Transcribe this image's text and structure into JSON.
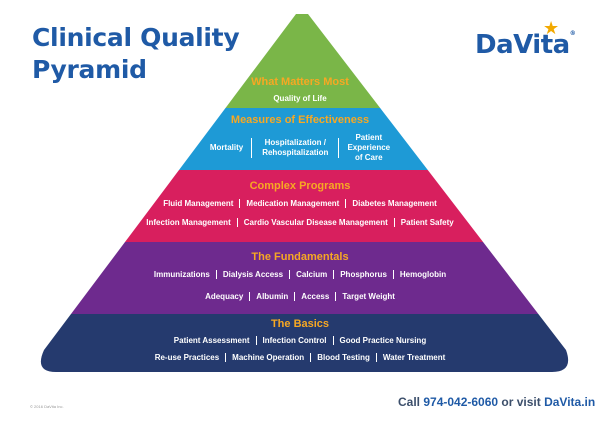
{
  "title_line1": "Clinical Quality",
  "title_line2": "Pyramid",
  "logo": {
    "text": "DaVita",
    "mark": "®",
    "icon": "star-icon"
  },
  "colors": {
    "title": "#1f5aa6",
    "tier_title": "#f7a823",
    "top": "#7ab648",
    "effectiveness": "#1e9ad6",
    "complex": "#d81f5e",
    "fundamentals": "#6e2a8e",
    "basics": "#253a6e"
  },
  "pyramid": {
    "top": {
      "title": "What Matters Most",
      "items": [
        "Quality of Life"
      ]
    },
    "effectiveness": {
      "title": "Measures of Effectiveness",
      "items": [
        {
          "label": "Mortality"
        },
        {
          "line1": "Hospitalization /",
          "line2": "Rehospitalization"
        },
        {
          "line1": "Patient",
          "line2": "Experience",
          "line3": "of Care"
        }
      ]
    },
    "complex": {
      "title": "Complex Programs",
      "row1": [
        "Fluid Management",
        "Medication Management",
        "Diabetes Management"
      ],
      "row2": [
        "Infection Management",
        "Cardio Vascular Disease Management",
        "Patient Safety"
      ]
    },
    "fundamentals": {
      "title": "The Fundamentals",
      "row1": [
        "Immunizations",
        "Dialysis Access",
        "Calcium",
        "Phosphorus",
        "Hemoglobin"
      ],
      "row2": [
        "Adequacy",
        "Albumin",
        "Access",
        "Target Weight"
      ]
    },
    "basics": {
      "title": "The Basics",
      "row1": [
        "Patient Assessment",
        "Infection Control",
        "Good Practice Nursing"
      ],
      "row2": [
        "Re-use Practices",
        "Machine Operation",
        "Blood Testing",
        "Water Treatment"
      ]
    }
  },
  "footer": {
    "prefix": "Call ",
    "phone": "974-042-6060",
    "middle": " or visit ",
    "site": "DaVita.in"
  },
  "copyright": "© 2016 DaVita Inc."
}
